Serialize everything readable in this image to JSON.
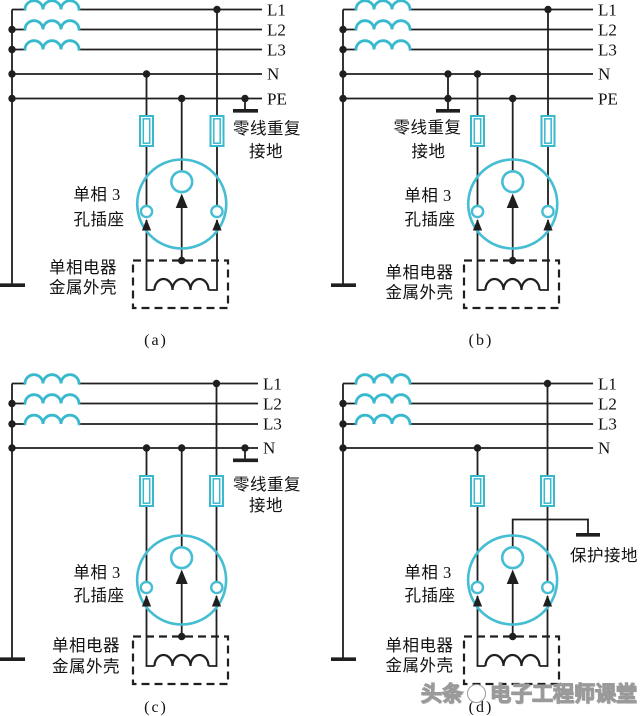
{
  "colors": {
    "accent_cyan": "#38b9ce",
    "wire_black": "#1f1f1f",
    "watermark_gray": "#9a9a9a",
    "background": "#ffffff"
  },
  "diagrams": [
    {
      "id": "a",
      "caption": "(a)",
      "bus_labels": [
        "L1",
        "L2",
        "L3",
        "N",
        "PE"
      ],
      "repeated_ground_label": {
        "line1": "零线重复",
        "line2": "接地"
      },
      "socket_label": {
        "line1": "单相 3",
        "line2": "孔插座"
      },
      "shell_label": {
        "line1": "单相电器",
        "line2": "金属外壳"
      }
    },
    {
      "id": "b",
      "caption": "(b)",
      "bus_labels": [
        "L1",
        "L2",
        "L3",
        "N",
        "PE"
      ],
      "repeated_ground_label": {
        "line1": "零线重复",
        "line2": "接地"
      },
      "socket_label": {
        "line1": "单相 3",
        "line2": "孔插座"
      },
      "shell_label": {
        "line1": "单相电器",
        "line2": "金属外壳"
      }
    },
    {
      "id": "c",
      "caption": "(c)",
      "bus_labels": [
        "L1",
        "L2",
        "L3",
        "N"
      ],
      "repeated_ground_label": {
        "line1": "零线重复",
        "line2": "接地"
      },
      "socket_label": {
        "line1": "单相 3",
        "line2": "孔插座"
      },
      "shell_label": {
        "line1": "单相电器",
        "line2": "金属外壳"
      }
    },
    {
      "id": "d",
      "caption": "(d)",
      "bus_labels": [
        "L1",
        "L2",
        "L3",
        "N"
      ],
      "protective_ground_label": "保护接地",
      "socket_label": {
        "line1": "单相 3",
        "line2": "孔插座"
      },
      "shell_label": {
        "line1": "单相电器",
        "line2": "金属外壳"
      }
    }
  ],
  "watermark": {
    "source": "头条",
    "channel": "电子工程师课堂"
  }
}
